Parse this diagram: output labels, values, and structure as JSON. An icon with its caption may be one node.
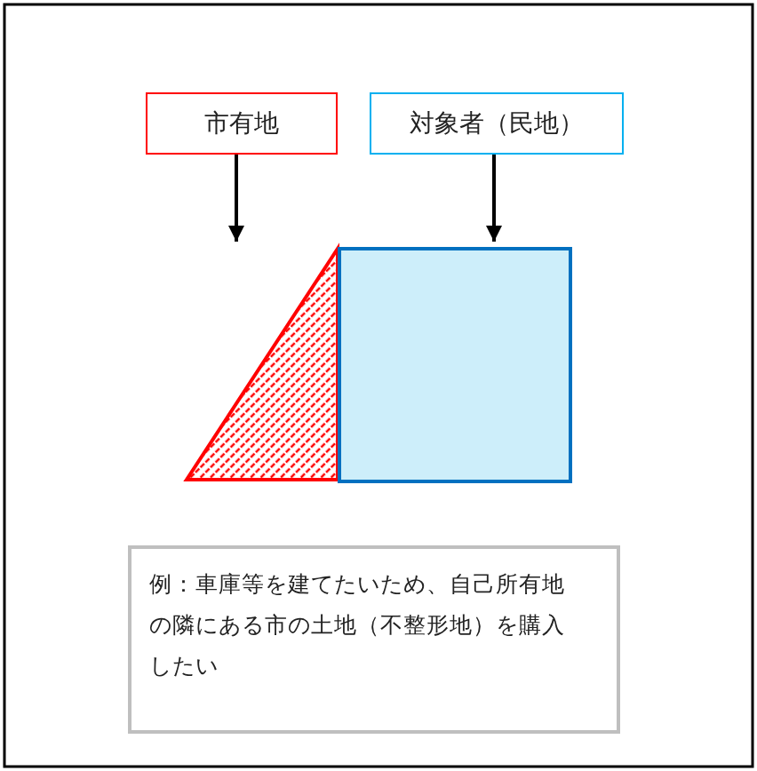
{
  "diagram": {
    "nodes": [
      {
        "text": [
          "市有地"
        ]
      },
      {
        "text": [
          "対象者（民地）"
        ]
      },
      {
        "text": [],
        "shape": "triangle"
      },
      {
        "text": [],
        "shape": "box"
      },
      {
        "text": [
          "例：車庫等を建てたいため、自己所有地の隣にある市の土地（不整形地）を購入したい"
        ]
      }
    ],
    "edges": [
      {
        "from": 0,
        "to": 2,
        "arrow": "to"
      },
      {
        "from": 1,
        "to": 3,
        "arrow": "to"
      }
    ]
  }
}
